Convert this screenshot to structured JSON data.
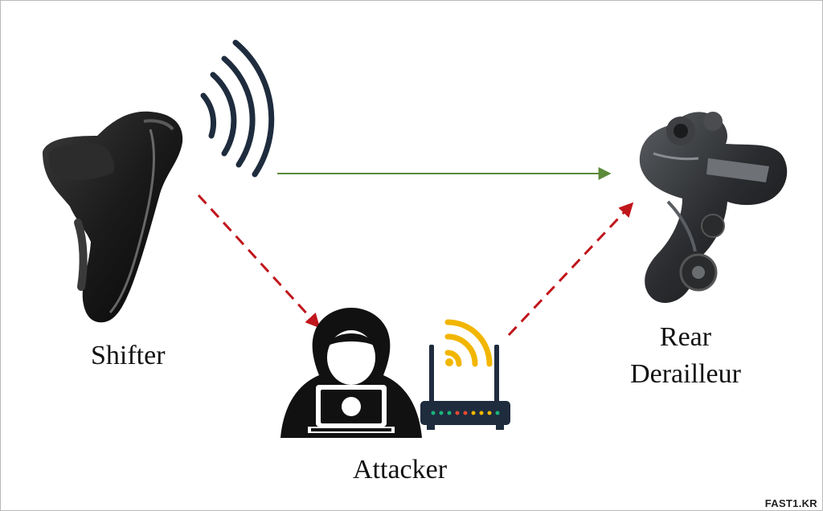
{
  "diagram": {
    "nodes": {
      "shifter": {
        "label": "Shifter",
        "icon": "shifter-lever-icon"
      },
      "attacker": {
        "label": "Attacker",
        "icon": "hooded-hacker-icon",
        "device_icon": "wifi-router-icon"
      },
      "derailleur": {
        "label_line1": "Rear",
        "label_line2": "Derailleur",
        "icon": "rear-derailleur-icon"
      }
    },
    "edges": [
      {
        "from": "shifter",
        "to": "derailleur",
        "style": "solid",
        "color": "#5b8a3a"
      },
      {
        "from": "shifter",
        "to": "attacker",
        "style": "dashed",
        "color": "#c0161c"
      },
      {
        "from": "attacker",
        "to": "derailleur",
        "style": "dashed",
        "color": "#c0161c"
      }
    ],
    "colors": {
      "signal_waves": "#1e2c3e",
      "wifi_signal": "#f2b600",
      "hacker": "#111111"
    }
  },
  "watermark": "FAST1.KR"
}
